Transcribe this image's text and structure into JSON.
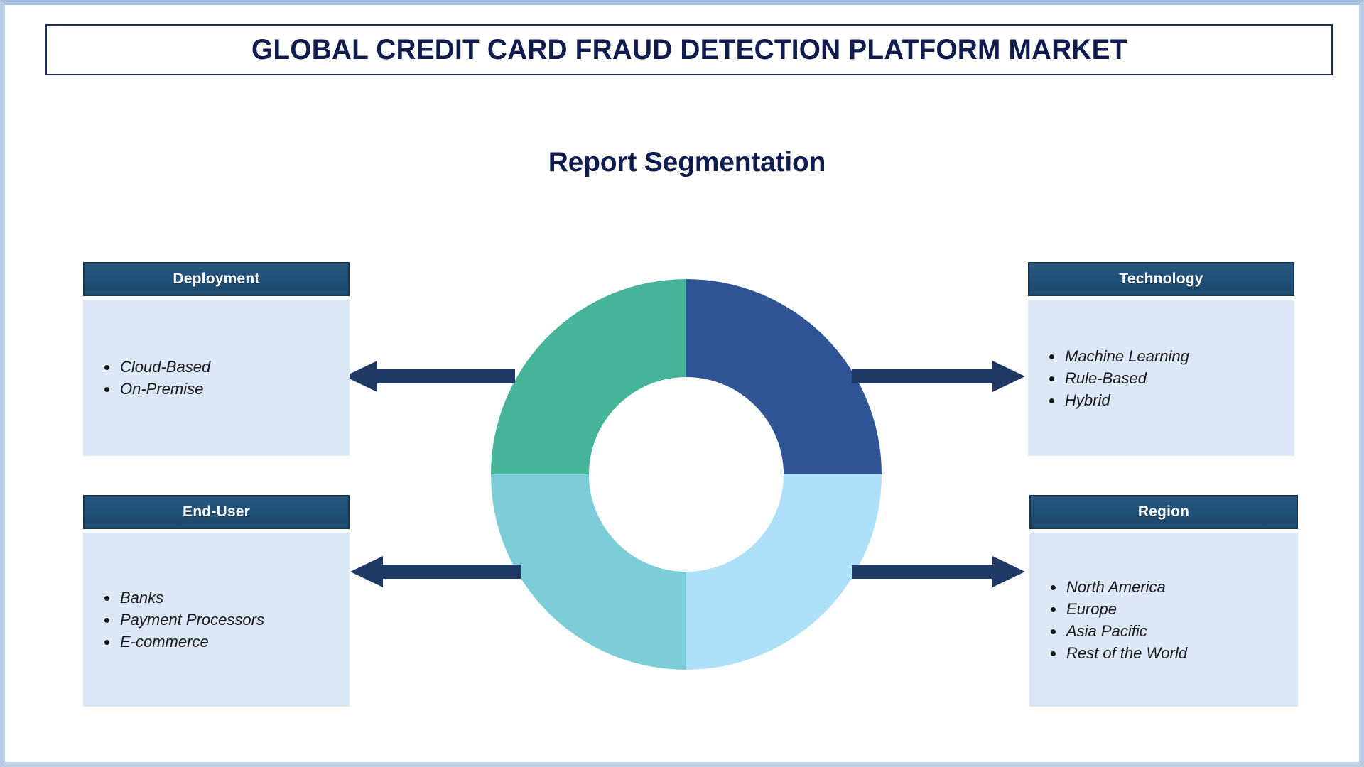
{
  "title": {
    "text": "GLOBAL CREDIT CARD FRAUD DETECTION PLATFORM MARKET"
  },
  "heading": {
    "text": "Report Segmentation"
  },
  "colors": {
    "title_text": "#101c4e",
    "card_header_bg": "#1d4a6e",
    "card_body_bg": "#dde8f6",
    "arrow": "#1f3864",
    "page_border": "#b7cbe4",
    "donut_top_right": "#2f5597",
    "donut_bottom_right": "#aee0fa",
    "donut_bottom_left": "#7dcdd8",
    "donut_top_left": "#45b49b"
  },
  "cards": [
    {
      "id": "deployment",
      "header": "Deployment",
      "items": [
        "Cloud-Based",
        "On-Premise"
      ]
    },
    {
      "id": "technology",
      "header": "Technology",
      "items": [
        "Machine Learning",
        "Rule-Based",
        "Hybrid"
      ]
    },
    {
      "id": "enduser",
      "header": "End-User",
      "items": [
        "Banks",
        "Payment Processors",
        "E-commerce"
      ]
    },
    {
      "id": "region",
      "header": "Region",
      "items": [
        "North America",
        "Europe",
        "Asia Pacific",
        "Rest of the World"
      ]
    }
  ],
  "chart_data": {
    "type": "pie",
    "variant": "donut",
    "title": "Report Segmentation",
    "categories": [
      "Technology",
      "Region",
      "End-User",
      "Deployment"
    ],
    "values": [
      25,
      25,
      25,
      25
    ],
    "colors": [
      "#2f5597",
      "#aee0fa",
      "#7dcdd8",
      "#45b49b"
    ],
    "legend": "none",
    "labels_shown": false,
    "inner_radius_ratio": 0.5,
    "start_angle_deg": 0,
    "direction": "clockwise"
  },
  "arrows": [
    {
      "id": "left-top",
      "direction": "left",
      "connects": "donut-to-deployment"
    },
    {
      "id": "left-bottom",
      "direction": "left",
      "connects": "donut-to-enduser"
    },
    {
      "id": "right-top",
      "direction": "right",
      "connects": "donut-to-technology"
    },
    {
      "id": "right-bottom",
      "direction": "right",
      "connects": "donut-to-region"
    }
  ]
}
